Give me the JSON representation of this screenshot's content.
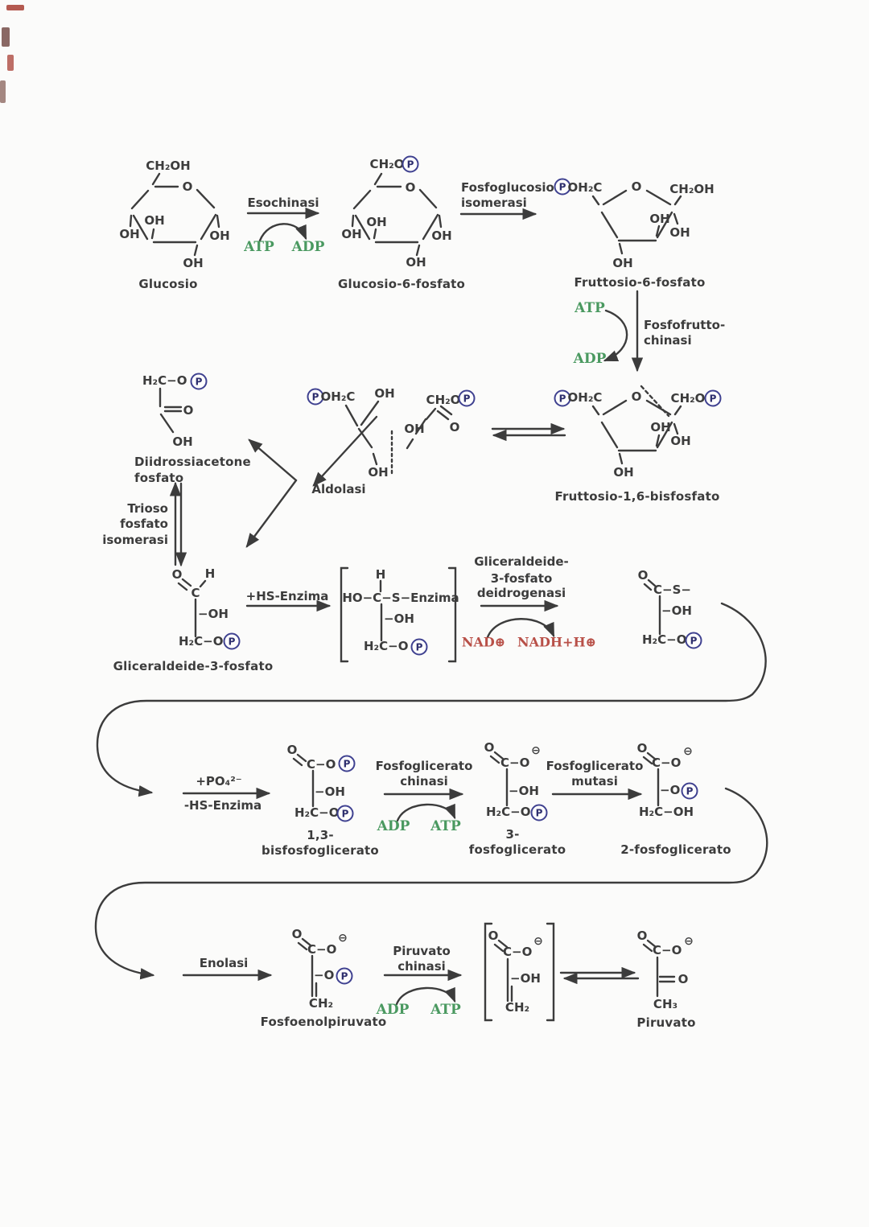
{
  "diagram": {
    "sym": {
      "P": "P",
      "minus": "⊖"
    },
    "atoms": {
      "CH2OH": "CH₂OH",
      "CH2O": "CH₂O",
      "OH2C": "OH₂C",
      "O": "O",
      "OH": "OH",
      "H": "H",
      "C": "C",
      "H2CO": "H₂C−O",
      "H2COH": "H₂C−OH",
      "CO": "C−O",
      "CSdash": "C−S−",
      "mOH": "−OH",
      "mO": "−O",
      "CH2": "CH₂",
      "CH3": "CH₃",
      "HOCSE": "HO−C−S−Enzima"
    },
    "names": {
      "glucosio": "Glucosio",
      "g6p": "Glucosio-6-fosfato",
      "f6p": "Fruttosio-6-fosfato",
      "f16bp": "Fruttosio-1,6-bisfosfato",
      "dhap_l1": "Diidrossiacetone",
      "dhap_l2": "fosfato",
      "g3p": "Gliceraldeide-3-fosfato",
      "bpg_l1": "1,3-",
      "bpg_l2": "bisfosfoglicerato",
      "pg3_l1": "3-",
      "pg3_l2": "fosfoglicerato",
      "pg2": "2-fosfoglicerato",
      "pep": "Fosfoenolpiruvato",
      "pyr": "Piruvato"
    },
    "enzymes": {
      "esochinasi": "Esochinasi",
      "pgi_l1": "Fosfoglucosio",
      "pgi_l2": "isomerasi",
      "pfk_l1": "Fosfofrutto-",
      "pfk_l2": "chinasi",
      "aldolasi": "Aldolasi",
      "tpi_l1": "Trioso",
      "tpi_l2": "fosfato",
      "tpi_l3": "isomerasi",
      "hs_plus": "+HS-Enzima",
      "gapdh_l1": "Gliceraldeide-",
      "gapdh_l2": "3-fosfato",
      "gapdh_l3": "deidrogenasi",
      "po4": "+PO₄²⁻",
      "hs_minus": "-HS-Enzima",
      "pgk_l1": "Fosfoglicerato",
      "pgk_l2": "chinasi",
      "pgm_l1": "Fosfoglicerato",
      "pgm_l2": "mutasi",
      "enolasi": "Enolasi",
      "pk_l1": "Piruvato",
      "pk_l2": "chinasi"
    },
    "cofactors": {
      "atp": "ATP",
      "adp": "ADP",
      "nad": "NAD⊕",
      "nadh": "NADH+H⊕"
    },
    "colors": {
      "ink": "#3c3c3c",
      "green": "#4a9960",
      "red": "#b85048",
      "phosphate": "#3f4190"
    }
  }
}
